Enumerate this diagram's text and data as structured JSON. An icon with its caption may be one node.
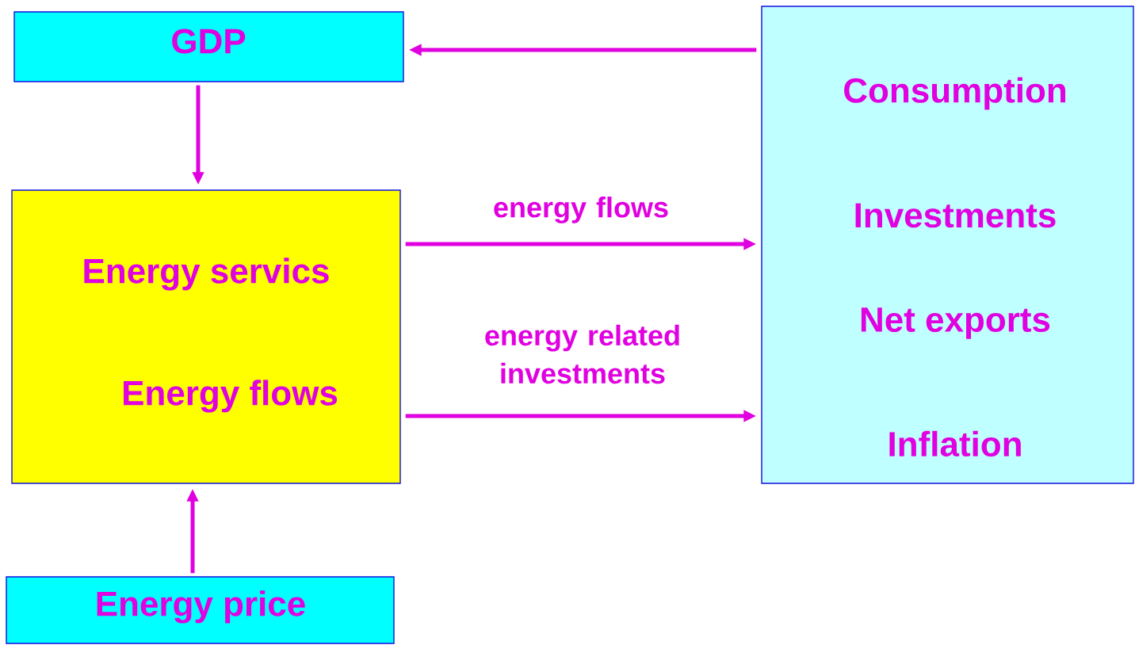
{
  "diagram": {
    "nodes": [
      {
        "text": [
          "GDP"
        ]
      },
      {
        "text": [
          "Energy servics",
          "Energy flows"
        ]
      },
      {
        "text": [
          "Consumption",
          "Investments",
          "Net exports",
          "Inflation"
        ]
      },
      {
        "text": [
          "Energy price"
        ]
      }
    ],
    "edges": [
      {
        "from": 2,
        "to": 0,
        "arrow": "to"
      },
      {
        "from": 0,
        "to": 1,
        "arrow": "to"
      },
      {
        "from": 1,
        "to": 2,
        "arrow": "to",
        "label": "energy flows"
      },
      {
        "from": 1,
        "to": 2,
        "arrow": "to",
        "label": "energy related investments"
      },
      {
        "from": 3,
        "to": 1,
        "arrow": "to"
      }
    ]
  }
}
